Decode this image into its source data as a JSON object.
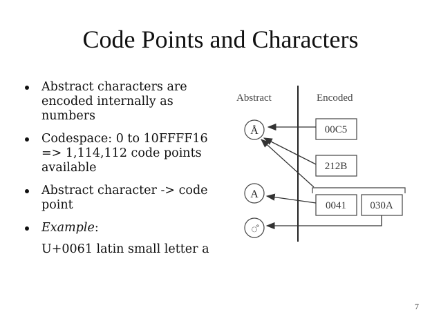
{
  "slide": {
    "title": "Code Points and Characters",
    "page_number": "7"
  },
  "bullets": [
    {
      "text": "Abstract characters are encoded internally as numbers"
    },
    {
      "text": "Codespace: 0 to 10FFFF16 => 1,114,112 code points available"
    },
    {
      "text": "Abstract character -> code point"
    },
    {
      "prefix": "Example",
      "suffix": ":",
      "continuation": "U+0061 latin small letter a"
    }
  ],
  "diagram": {
    "abstract_label": "Abstract",
    "encoded_label": "Encoded",
    "characters": [
      "Å",
      "A",
      "◌̊"
    ],
    "code_boxes": [
      "00C5",
      "212B",
      "0041",
      "030A"
    ]
  }
}
